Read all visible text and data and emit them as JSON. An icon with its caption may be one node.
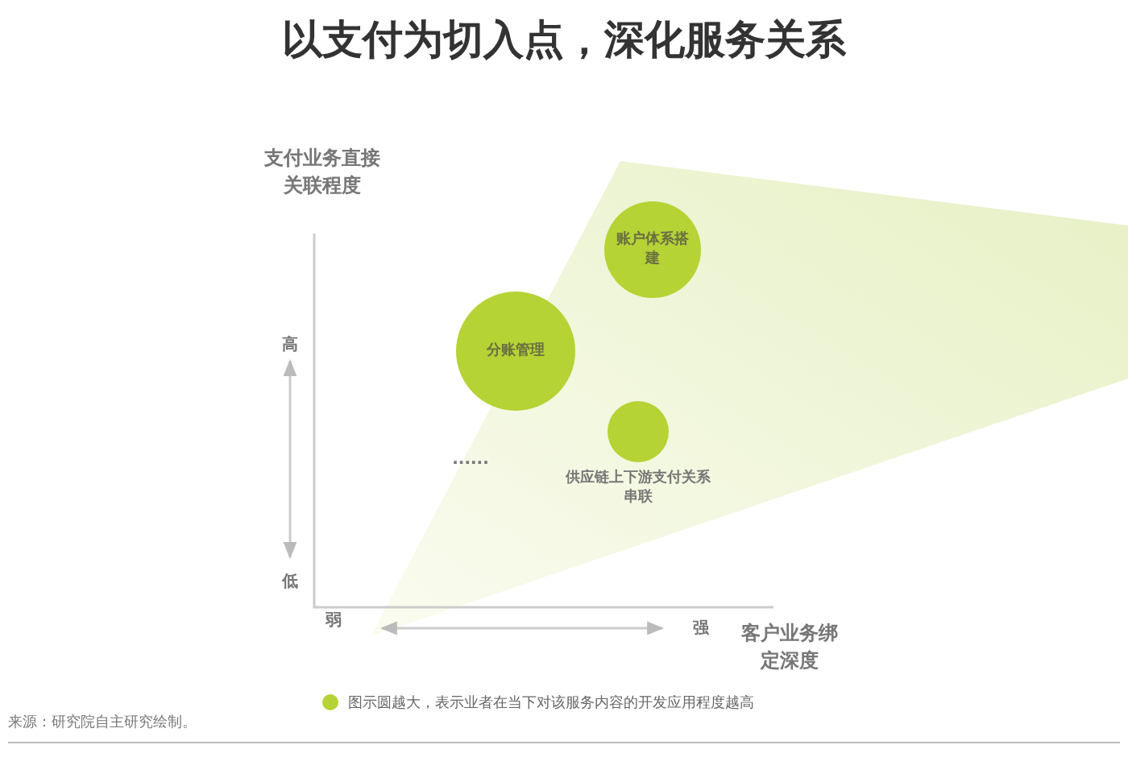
{
  "diagram": {
    "title": "以支付为切入点，深化服务关系",
    "nodes": [
      {
        "text": [
          "账户体系搭建"
        ]
      },
      {
        "text": [
          "分账管理"
        ]
      },
      {
        "text": [
          "供应链上下游支付关系串联"
        ]
      }
    ],
    "labels": [
      "支付业务直接关联程度",
      "高",
      "低",
      "......",
      "弱",
      "强",
      "客户业务绑定深度",
      "来源：研究院自主研究绘制。"
    ],
    "legend": [
      {
        "text": "图示圆越大，表示业者在当下对该服务内容的开发应用程度越高",
        "color": "#b5d334"
      }
    ]
  }
}
